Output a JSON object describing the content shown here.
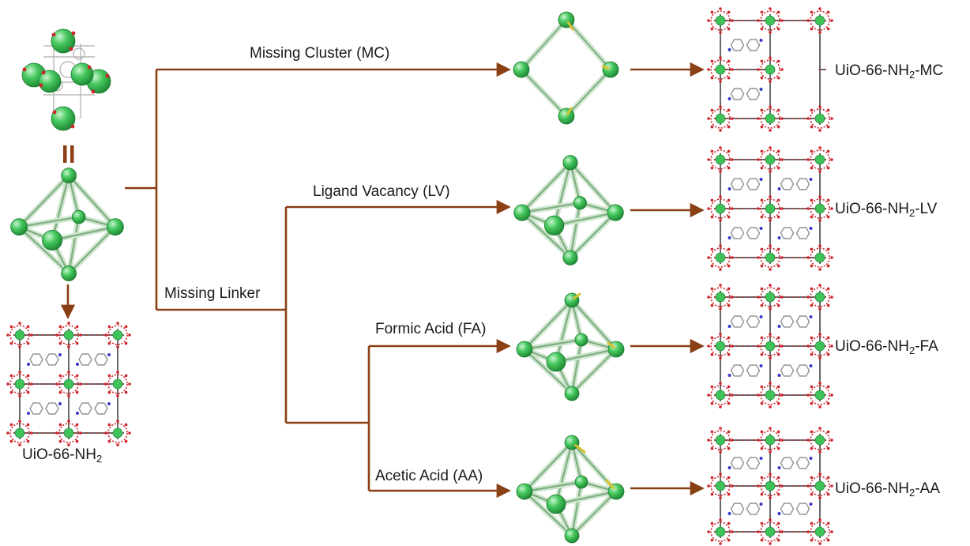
{
  "branches": {
    "missing_cluster": "Missing Cluster (MC)",
    "missing_linker": "Missing Linker",
    "ligand_vacancy": "Ligand Vacancy (LV)",
    "formic_acid": "Formic Acid (FA)",
    "acetic_acid": "Acetic Acid (AA)"
  },
  "products": {
    "base": {
      "name": "UiO-66-NH",
      "sub": "2",
      "suffix": ""
    },
    "mc": {
      "name": "UiO-66-NH",
      "sub": "2",
      "suffix": "-MC"
    },
    "lv": {
      "name": "UiO-66-NH",
      "sub": "2",
      "suffix": "-LV"
    },
    "fa": {
      "name": "UiO-66-NH",
      "sub": "2",
      "suffix": "-FA"
    },
    "aa": {
      "name": "UiO-66-NH",
      "sub": "2",
      "suffix": "-AA"
    }
  },
  "colors": {
    "arrow": "#8a3f14",
    "sphere": "#3fc25a",
    "sphere_highlight": "#b9f0c2",
    "bond": "#7fae82",
    "bond_light": "#cfe6cf",
    "oxygen": "#d0242b",
    "carbon": "#8a8a8a",
    "nitrogen": "#3a3ac8",
    "ligand_tag": "#d8c32e"
  }
}
